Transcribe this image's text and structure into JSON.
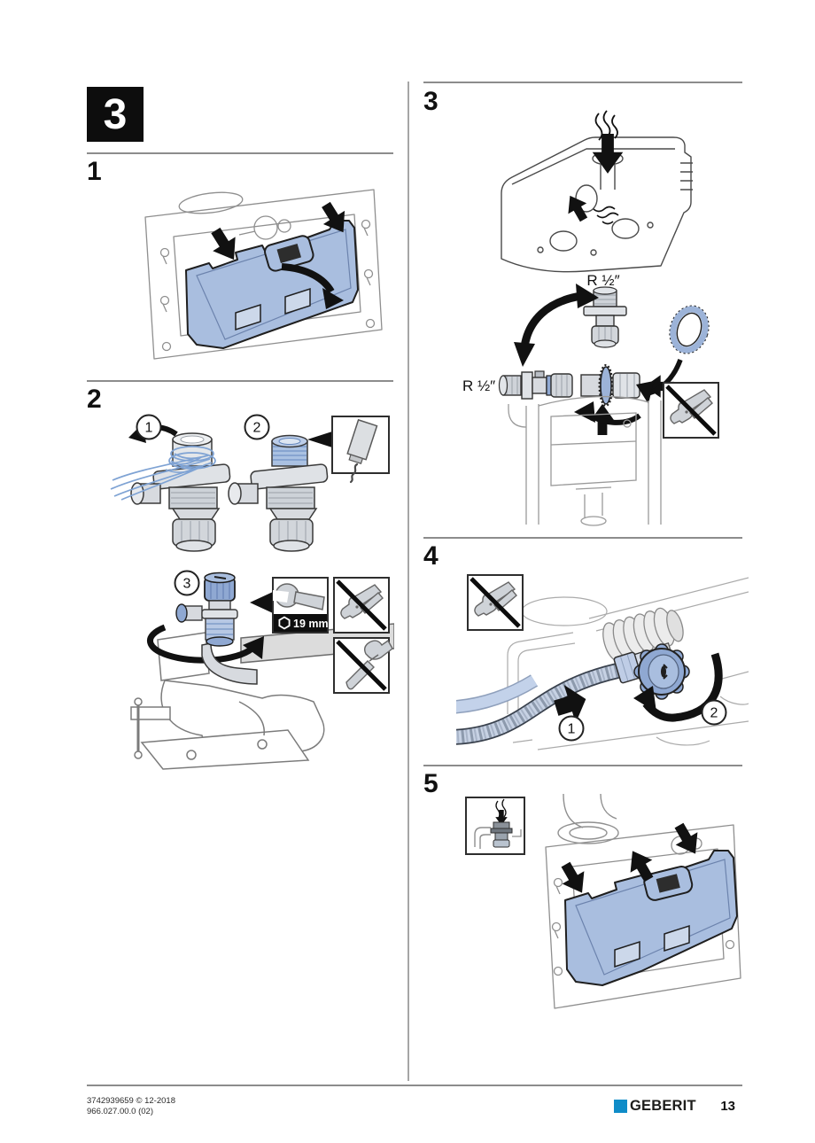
{
  "page": {
    "chapter_number": "3",
    "footer": {
      "doc_code_line1": "3742939659 © 12-2018",
      "doc_code_line2": "966.027.00.0 (02)",
      "brand": "GEBERIT",
      "page_number": "13"
    }
  },
  "colors": {
    "brand_blue": "#0f8cc8",
    "plate_blue": "#a9bedf",
    "knob_blue": "#8fa8d2",
    "hemp_blue": "#7fa3d4",
    "outline_dark": "#1a1a1a",
    "outline_gray": "#8f8f8f"
  },
  "steps": {
    "step1": {
      "label": "1"
    },
    "step2": {
      "label": "2",
      "callout1": "1",
      "callout2": "2",
      "callout3": "3",
      "wrench_size_label": "19 mm"
    },
    "step3": {
      "label": "3",
      "thread_label_top": "R ½″",
      "thread_label_side": "R ½″"
    },
    "step4": {
      "label": "4",
      "callout1": "1",
      "callout2": "2"
    },
    "step5": {
      "label": "5"
    }
  }
}
